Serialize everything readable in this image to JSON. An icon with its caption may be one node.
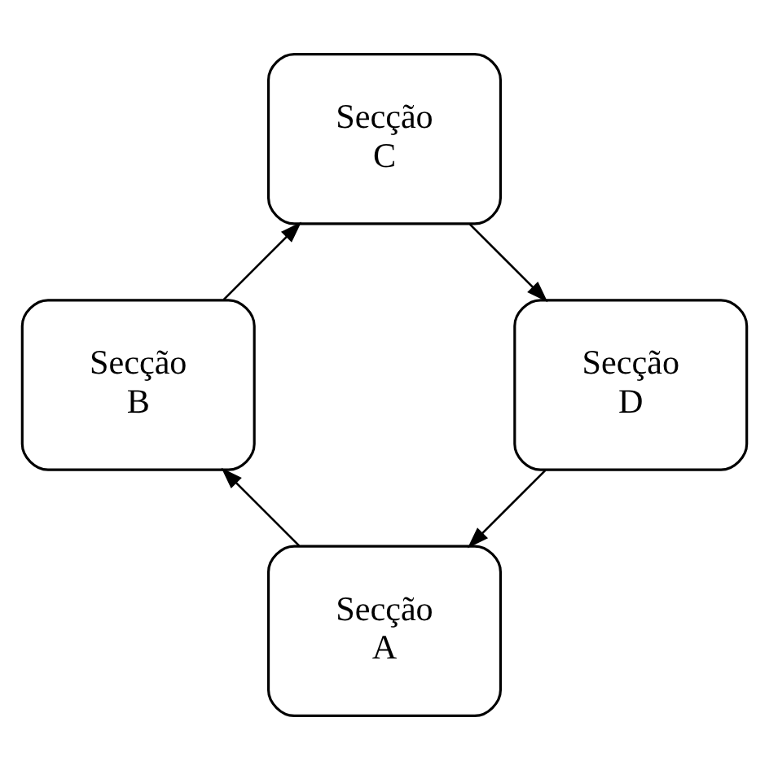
{
  "diagram": {
    "nodes": [
      {
        "text": [
          "Secção A"
        ]
      },
      {
        "text": [
          "Secção B"
        ]
      },
      {
        "text": [
          "Secção C"
        ]
      },
      {
        "text": [
          "Secção D"
        ]
      }
    ],
    "edges": [
      {
        "from": 0,
        "to": 1,
        "arrow": "to"
      },
      {
        "from": 1,
        "to": 2,
        "arrow": "to"
      },
      {
        "from": 2,
        "to": 3,
        "arrow": "to"
      },
      {
        "from": 3,
        "to": 0,
        "arrow": "to"
      }
    ]
  }
}
